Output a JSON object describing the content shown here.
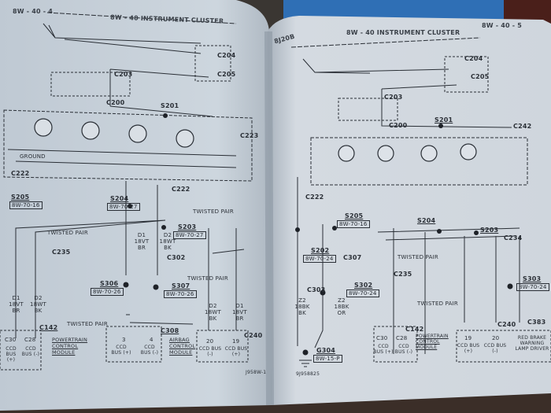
{
  "colors": {
    "left_page": "#c8d1da",
    "right_page": "#d3d9e0",
    "ink": "#2a2f36",
    "binder_blue": "#2f6fb5",
    "background": "#3a3632"
  },
  "left_page": {
    "page_number": "8W - 40 - 4",
    "title": "8W - 40 INSTRUMENT CLUSTER",
    "labels": {
      "c204": "C204",
      "c205": "C205",
      "c203": "C203",
      "c200": "C200",
      "s201": "S201",
      "c222a": "C222",
      "c222b": "C222",
      "c223": "C223",
      "s205": "S205",
      "s205_ref": "8W-70-16",
      "s204": "S204",
      "s204_ref": "8W-70-27",
      "s203": "S203",
      "s203_ref": "8W-70-27",
      "c235": "C235",
      "c302": "C302",
      "s306": "S306",
      "s306_ref": "8W-70-26",
      "s307": "S307",
      "s307_ref": "8W-70-26",
      "twisted_pair_1": "TWISTED PAIR",
      "twisted_pair_2": "TWISTED PAIR",
      "twisted_pair_3": "TWISTED PAIR",
      "twisted_pair_4": "TWISTED PAIR",
      "wire_d1": "D1 18VT BR",
      "wire_d2": "D2 18WT BK",
      "wire_d1b": "D1 18VT BR",
      "wire_d2b": "D2 18WT BK",
      "wire_d2c": "D2 18WT BK",
      "wire_d1c": "D1 18VT BR",
      "c142": "C142",
      "c308": "C308",
      "c240": "C240",
      "pin_c30": "C30",
      "pin_c28": "C28",
      "ccd_plus": "CCD BUS (+)",
      "ccd_minus": "CCD BUS (-)",
      "pcm": "POWERTRAIN CONTROL MODULE",
      "pin_3": "3",
      "pin_4": "4",
      "ccd_3": "CCD BUS (+)",
      "ccd_4": "CCD BUS (-)",
      "acm": "AIRBAG CONTROL MODULE",
      "pin_20": "20",
      "pin_19": "19",
      "ccd_20": "CCD BUS (-)",
      "ccd_19": "CCD BUS (+)",
      "ground": "GROUND",
      "diagram_id": "J958W-1"
    }
  },
  "right_page": {
    "page_number": "8W - 40 - 5",
    "title": "8W - 40 INSTRUMENT CLUSTER",
    "corner_code": "8J20B",
    "labels": {
      "c204": "C204",
      "c205": "C205",
      "c203": "C203",
      "c200": "C200",
      "s201": "S201",
      "c242": "C242",
      "c222": "C222",
      "s205": "S205",
      "s205_ref": "8W-70-16",
      "s204": "S204",
      "s203": "S203",
      "c234": "C234",
      "s202": "S202",
      "s202_ref": "8W-70-24",
      "c307": "C307",
      "c235": "C235",
      "c303": "C303",
      "s302": "S302",
      "s302_ref": "8W-70-24",
      "s303": "S303",
      "s303_ref": "8W-70-24",
      "twisted_pair_1": "TWISTED PAIR",
      "twisted_pair_2": "TWISTED PAIR",
      "wire_z2": "Z2 18BK OR",
      "wire_z2b": "Z2 18BK BK",
      "c142": "C142",
      "pin_c30": "C30",
      "pin_c28": "C28",
      "ccd_plus": "CCD BUS (+)",
      "ccd_minus": "CCD BUS (-)",
      "pcm": "POWERTRAIN CONTROL MODULE",
      "c240": "C240",
      "c383": "C383",
      "pin_19": "19",
      "pin_20": "20",
      "ccd_19": "CCD BUS (+)",
      "ccd_20": "CCD BUS (-)",
      "abs_module": "RED BRAKE WARNING LAMP DRIVER",
      "g304": "G304",
      "g304_ref": "8W-15-P",
      "diagram_id": "9J958825"
    }
  }
}
